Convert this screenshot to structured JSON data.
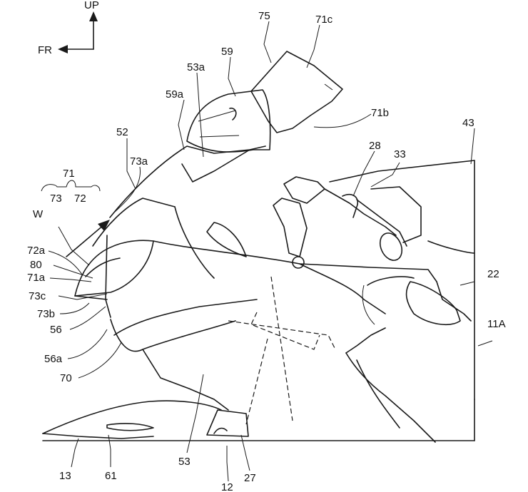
{
  "figure": {
    "direction_labels": {
      "up": "UP",
      "front": "FR"
    },
    "labels": {
      "l75": "75",
      "l71c": "71c",
      "l59": "59",
      "l53a": "53a",
      "l59a": "59a",
      "l71b": "71b",
      "l43": "43",
      "l52": "52",
      "l73a": "73a",
      "l28": "28",
      "l33": "33",
      "l71": "71",
      "l73": "73",
      "l72": "72",
      "lW": "W",
      "l72a": "72a",
      "l80": "80",
      "l71a": "71a",
      "l73c": "73c",
      "l73b": "73b",
      "l56": "56",
      "l22": "22",
      "l11A": "11A",
      "l56a": "56a",
      "l70": "70",
      "l13": "13",
      "l61": "61",
      "l53": "53",
      "l12": "12",
      "l27": "27"
    }
  }
}
